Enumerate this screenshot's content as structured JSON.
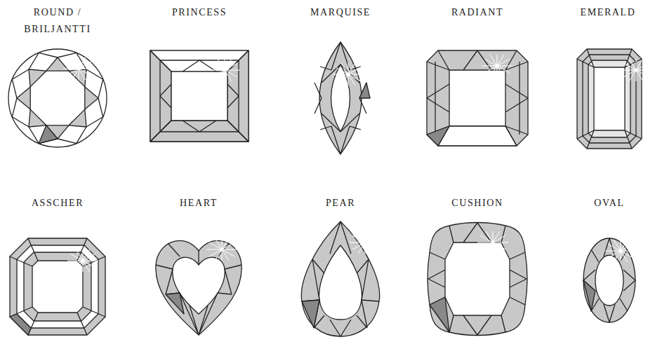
{
  "diagram": {
    "labels": [
      "ROUND / BRILJANTTI",
      "PRINCESS",
      "MARQUISE",
      "RADIANT",
      "EMERALD",
      "ASSCHER",
      "HEART",
      "PEAR",
      "CUSHION",
      "OVAL"
    ]
  }
}
